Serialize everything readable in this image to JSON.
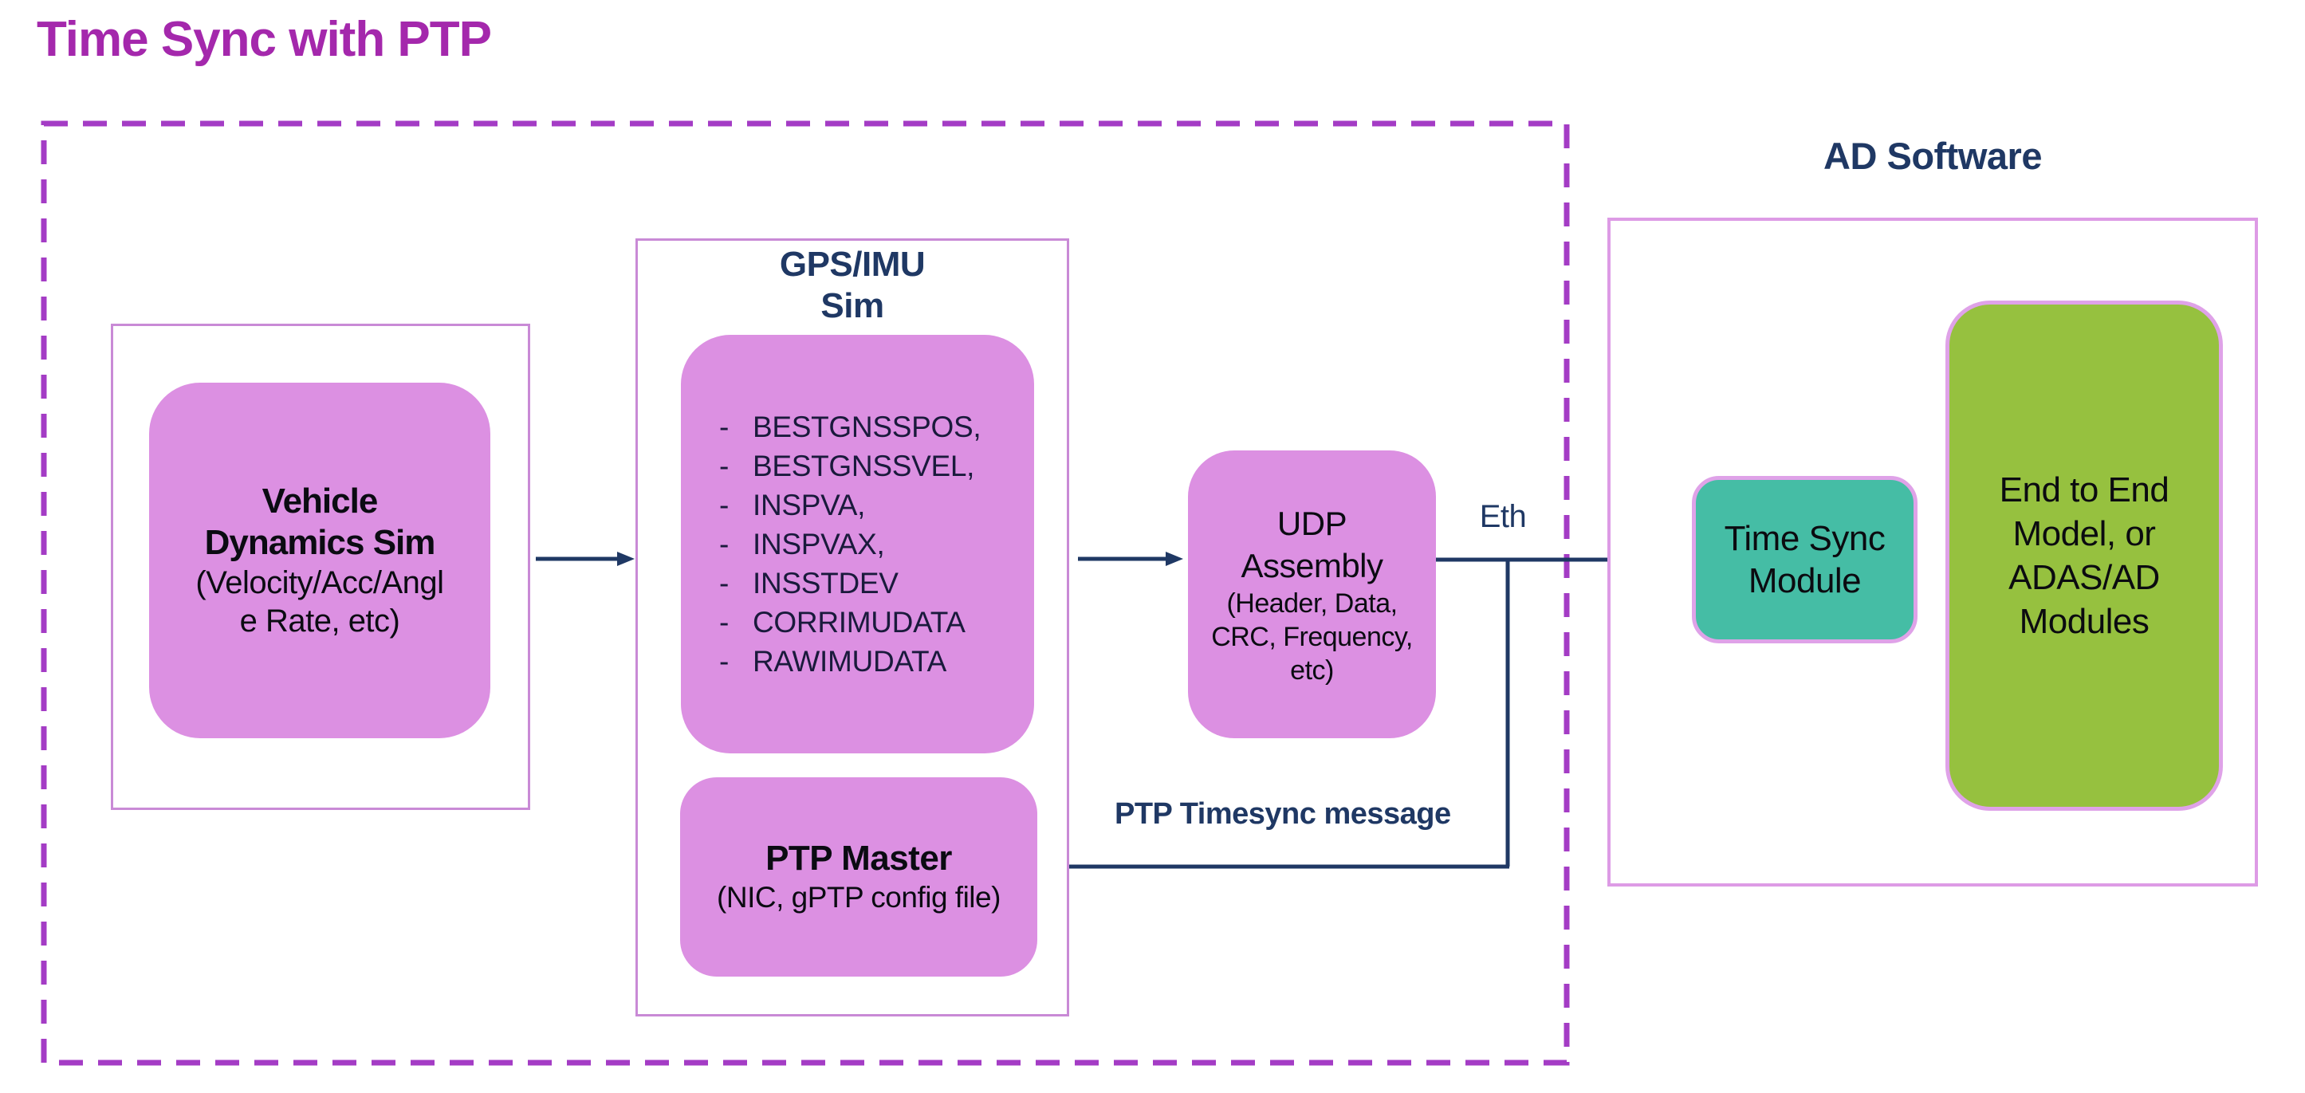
{
  "title": {
    "text": "Time Sync with PTP"
  },
  "colors": {
    "title": "#A428AC",
    "dashed_boundary": "#A43CC5",
    "navy_text_and_lines": "#1F3864",
    "violet_box_fill": "#DC90E2",
    "white_frame_border": "#C98AD6",
    "ad_frame_border": "#DD9BE5",
    "teal_fill": "#45BDA5",
    "green_fill": "#96C13F",
    "teal_green_border": "#DFA2E8"
  },
  "sim_container": {
    "vehicle_dynamics": {
      "title_line1": "Vehicle",
      "title_line2": "Dynamics Sim",
      "subtitle_line1": "(Velocity/Acc/Angl",
      "subtitle_line2": "e Rate, etc)"
    },
    "gps_imu": {
      "heading_line1": "GPS/IMU",
      "heading_line2": "Sim",
      "bullet": "-",
      "messages": [
        "BESTGNSSPOS,",
        "BESTGNSSVEL,",
        "INSPVA,",
        "INSPVAX,",
        "INSSTDEV",
        "CORRIMUDATA",
        "RAWIMUDATA"
      ]
    },
    "ptp_master": {
      "title": "PTP Master",
      "subtitle": "(NIC, gPTP config file)"
    },
    "udp_assembly": {
      "title_line1": "UDP",
      "title_line2": "Assembly",
      "subtitle_line1": "(Header, Data,",
      "subtitle_line2": "CRC, Frequency,",
      "subtitle_line3": "etc)"
    }
  },
  "labels": {
    "eth": "Eth",
    "ptp_timesync": "PTP Timesync message"
  },
  "ad_software": {
    "heading": "AD Software",
    "time_sync_module_line1": "Time Sync",
    "time_sync_module_line2": "Module",
    "e2e_line1": "End to End",
    "e2e_line2": "Model, or",
    "e2e_line3": "ADAS/AD",
    "e2e_line4": "Modules"
  }
}
